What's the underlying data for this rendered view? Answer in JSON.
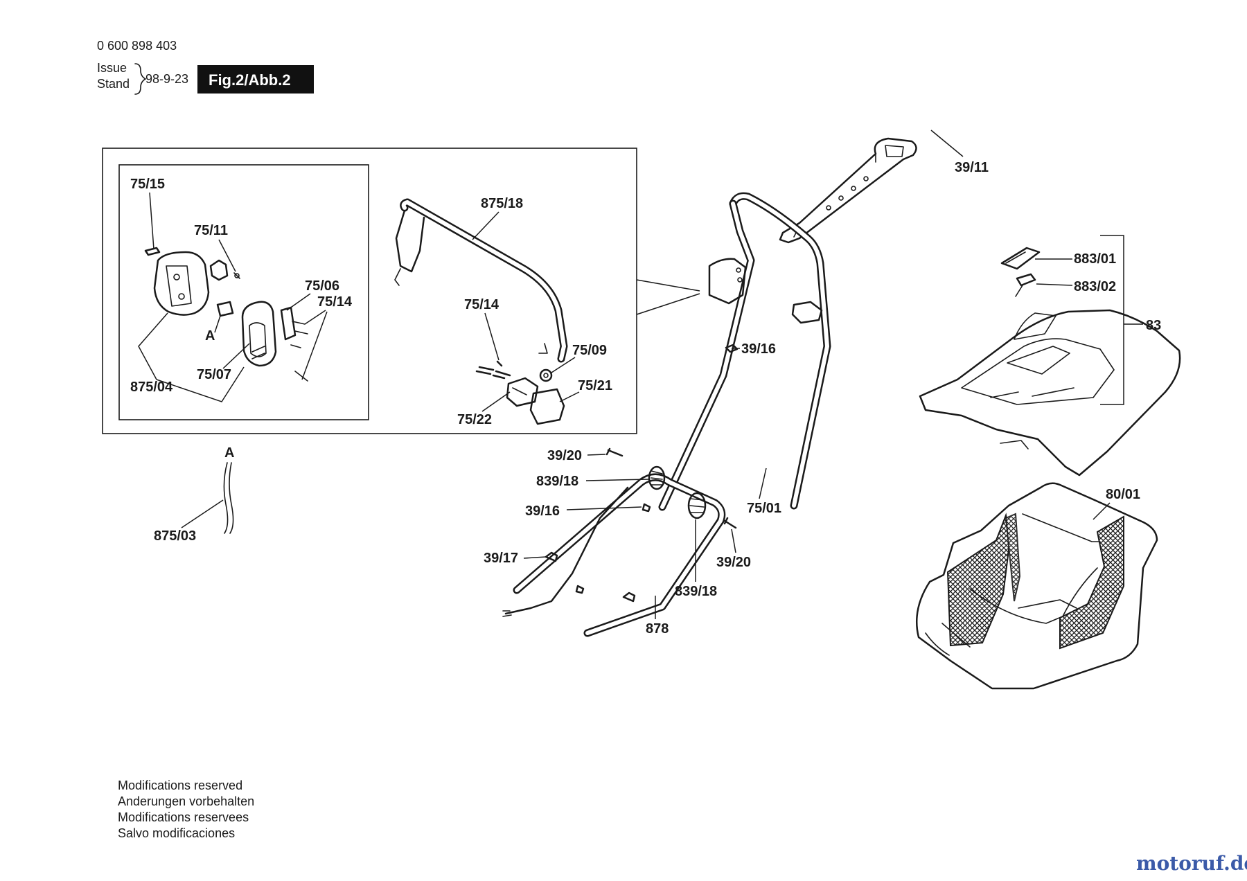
{
  "header": {
    "part_number": "0 600 898 403",
    "issue_label": "Issue",
    "stand_label": "Stand",
    "issue_date": "98-9-23",
    "figure_label": "Fig.2/Abb.2"
  },
  "labels": {
    "p75_15": "75/15",
    "p75_11": "75/11",
    "p75_06": "75/06",
    "p75_14a": "75/14",
    "pA_inset": "A",
    "p75_07": "75/07",
    "p875_04": "875/04",
    "p875_18": "875/18",
    "p75_14b": "75/14",
    "p75_09": "75/09",
    "p75_21": "75/21",
    "p75_22": "75/22",
    "pA_cable": "A",
    "p875_03": "875/03",
    "p39_11": "39/11",
    "p883_01": "883/01",
    "p883_02": "883/02",
    "p83": "83",
    "p39_16a": "39/16",
    "p39_20a": "39/20",
    "p839_18a": "839/18",
    "p39_16b": "39/16",
    "p39_17": "39/17",
    "p75_01": "75/01",
    "p39_20b": "39/20",
    "p839_18b": "839/18",
    "p878": "878",
    "p80_01": "80/01"
  },
  "footer": {
    "line1": "Modifications reserved",
    "line2": "Anderungen vorbehalten",
    "line3": "Modifications reservees",
    "line4": "Salvo modificaciones"
  },
  "watermark": "motoruf.de"
}
